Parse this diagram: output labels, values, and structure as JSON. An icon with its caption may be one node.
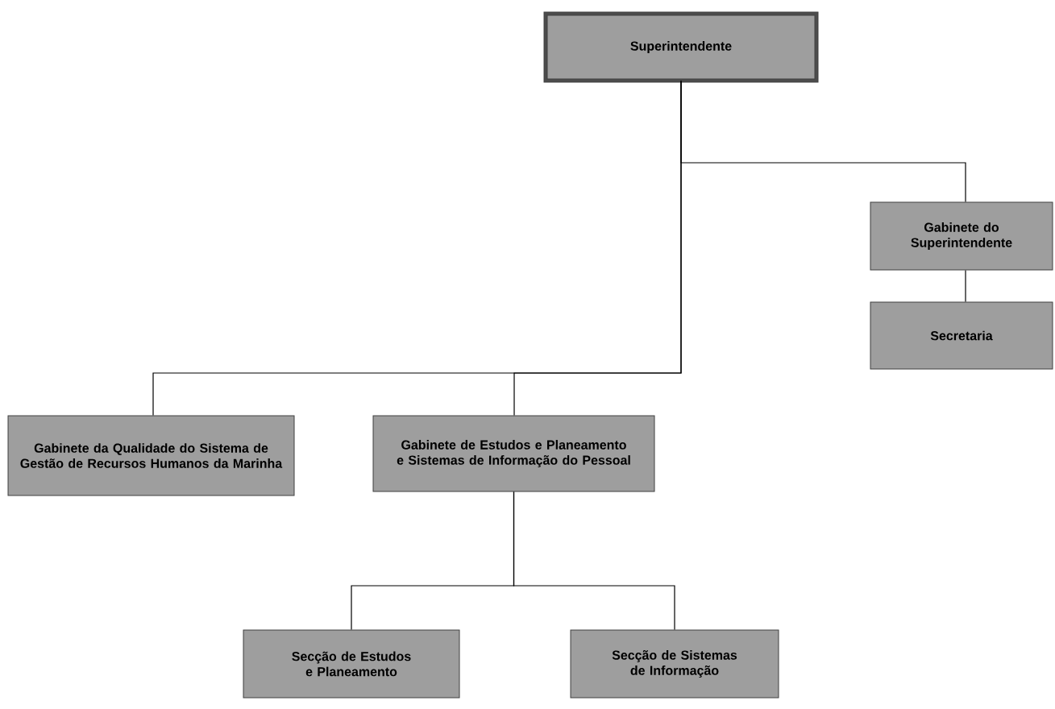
{
  "diagram": {
    "nodes": [
      {
        "text": [
          "Superintendente"
        ]
      },
      {
        "text": [
          "Gabinete do Superintendente"
        ]
      },
      {
        "text": [
          "Secretaria"
        ]
      },
      {
        "text": [
          "Gabinete da Qualidade do Sistema de Gestão de Recursos Humanos da Marinha"
        ]
      },
      {
        "text": [
          "Gabinete de Estudos e Planeamento e Sistemas de Informação do Pessoal"
        ]
      },
      {
        "text": [
          "Secção de Estudos e Planeamento"
        ]
      },
      {
        "text": [
          "Secção de Sistemas de Informação"
        ]
      }
    ],
    "edges": [
      {
        "from": 0,
        "to": 1,
        "arrow": "none"
      },
      {
        "from": 0,
        "to": 3,
        "arrow": "none"
      },
      {
        "from": 0,
        "to": 4,
        "arrow": "none"
      },
      {
        "from": 1,
        "to": 2,
        "arrow": "none"
      },
      {
        "from": 4,
        "to": 5,
        "arrow": "none"
      },
      {
        "from": 4,
        "to": 6,
        "arrow": "none"
      }
    ]
  }
}
